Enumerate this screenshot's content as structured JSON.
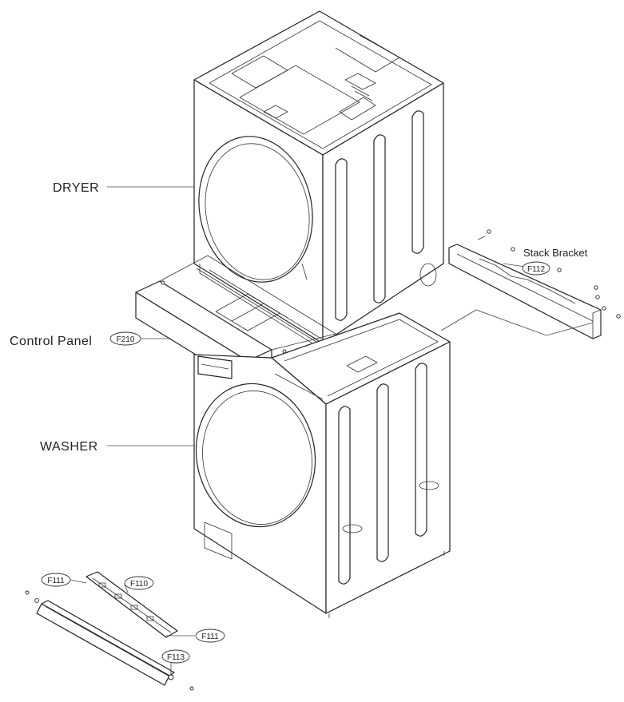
{
  "labels": {
    "dryer": "DRYER",
    "washer": "WASHER",
    "control_panel": "Control Panel",
    "stack_bracket": "Stack Bracket"
  },
  "part_codes": {
    "control_panel": "F210",
    "stack_bracket": "F112",
    "kick_plate_left": "F111",
    "kick_plate_mid": "F110",
    "kick_plate_right": "F111",
    "kick_cover": "F113"
  }
}
